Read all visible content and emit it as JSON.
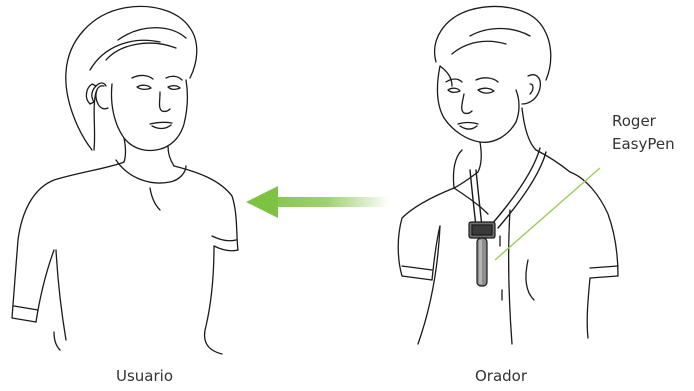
{
  "labels": {
    "user": "Usuario",
    "speaker": "Orador",
    "device_line1": "Roger",
    "device_line2": "EasyPen"
  },
  "colors": {
    "line_art": "#1a1a1a",
    "arrow": "#7dc242",
    "pointer_line": "#9ccc5a",
    "device_body": "#888888",
    "label_text": "#333333"
  },
  "arrow_direction": "speaker-to-user"
}
